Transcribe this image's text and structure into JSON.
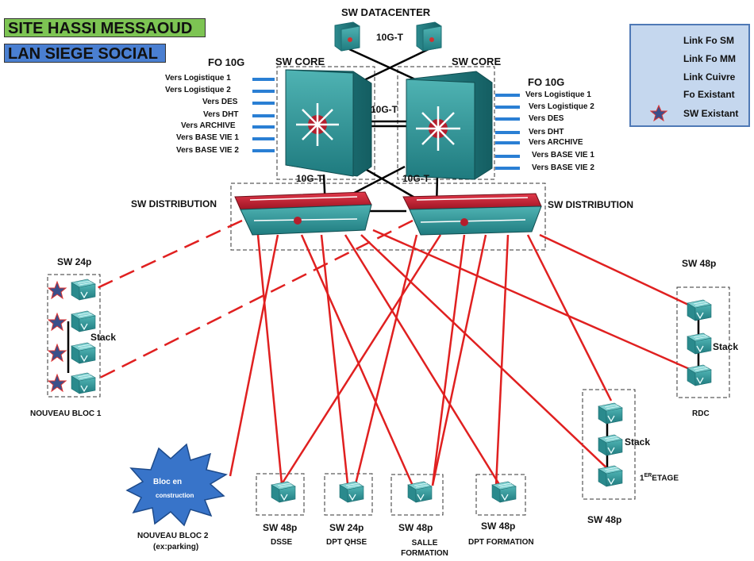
{
  "header": {
    "site_title": "SITE HASSI MESSAOUD",
    "lan_title": "LAN SIEGE SOCIAL"
  },
  "legend": {
    "items": [
      {
        "label": "Link Fo SM",
        "style": "line",
        "color": "#2a7fd4"
      },
      {
        "label": "Link Fo MM",
        "style": "line",
        "color": "#e02020"
      },
      {
        "label": "Link Cuivre",
        "style": "line",
        "color": "#000000"
      },
      {
        "label": "Fo Existant",
        "style": "dashed",
        "color": "#e02020"
      },
      {
        "label": "SW Existant",
        "style": "star",
        "color": "#3a4f8a"
      }
    ]
  },
  "datacenter": {
    "label": "SW DATACENTER",
    "link_label": "10G-T"
  },
  "core": {
    "left_label": "SW CORE",
    "right_label": "SW CORE",
    "interlink_label": "10G-T",
    "left_down_label": "10G-T",
    "right_down_label": "10G-T"
  },
  "fiber_left": {
    "title": "FO 10G",
    "items": [
      "Vers Logistique 1",
      "Vers Logistique 2",
      "Vers DES",
      "Vers DHT",
      "Vers ARCHIVE",
      "Vers BASE VIE 1",
      "Vers BASE VIE 2"
    ]
  },
  "fiber_right": {
    "title": "FO 10G",
    "items": [
      "Vers Logistique 1",
      "Vers Logistique 2",
      "Vers DES",
      "Vers DHT",
      "Vers ARCHIVE",
      "Vers BASE VIE 1",
      "Vers BASE VIE 2"
    ]
  },
  "distribution": {
    "left_label": "SW DISTRIBUTION",
    "right_label": "SW DISTRIBUTION"
  },
  "bloc1": {
    "model": "SW 24p",
    "stack": "Stack",
    "name": "NOUVEAU BLOC 1"
  },
  "bloc2": {
    "burst_text_1": "Bloc en",
    "burst_text_2": "construction",
    "name_1": "NOUVEAU BLOC 2",
    "name_2": "(ex:parking)"
  },
  "rdc": {
    "model": "SW 48p",
    "stack": "Stack",
    "name": "RDC"
  },
  "etage": {
    "model": "SW 48p",
    "stack": "Stack",
    "name_prefix": "1",
    "name_sup": "ER",
    "name_suffix": "ETAGE"
  },
  "bottom_switches": [
    {
      "model": "SW 48p",
      "name": "DSSE"
    },
    {
      "model": "SW 24p",
      "name": "DPT QHSE"
    },
    {
      "model": "SW 48p",
      "name": "SALLE FORMATION"
    },
    {
      "model": "SW 48p",
      "name": "DPT FORMATION"
    }
  ]
}
